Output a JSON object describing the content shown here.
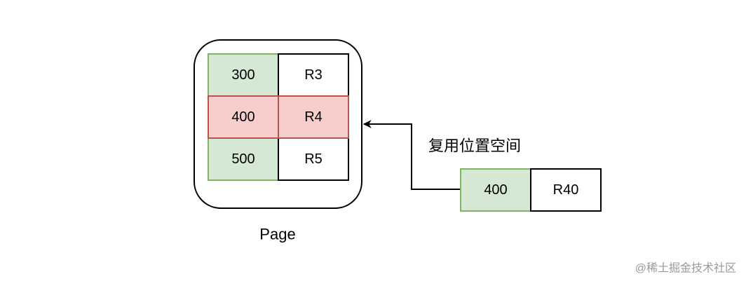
{
  "page": {
    "label": "Page",
    "rows": [
      {
        "key": "300",
        "value": "R3",
        "key_style": "green",
        "value_style": "white"
      },
      {
        "key": "400",
        "value": "R4",
        "key_style": "red",
        "value_style": "red"
      },
      {
        "key": "500",
        "value": "R5",
        "key_style": "green",
        "value_style": "white"
      }
    ]
  },
  "new_record": {
    "key": "400",
    "value": "R40",
    "key_style": "green",
    "value_style": "white"
  },
  "arrow_label": "复用位置空间",
  "watermark": "@稀土掘金技术社区",
  "colors": {
    "green_fill": "#d5e8d4",
    "green_stroke": "#82b366",
    "red_fill": "#f8cecc",
    "red_stroke": "#b85450",
    "white_fill": "#ffffff",
    "black_stroke": "#000000"
  }
}
